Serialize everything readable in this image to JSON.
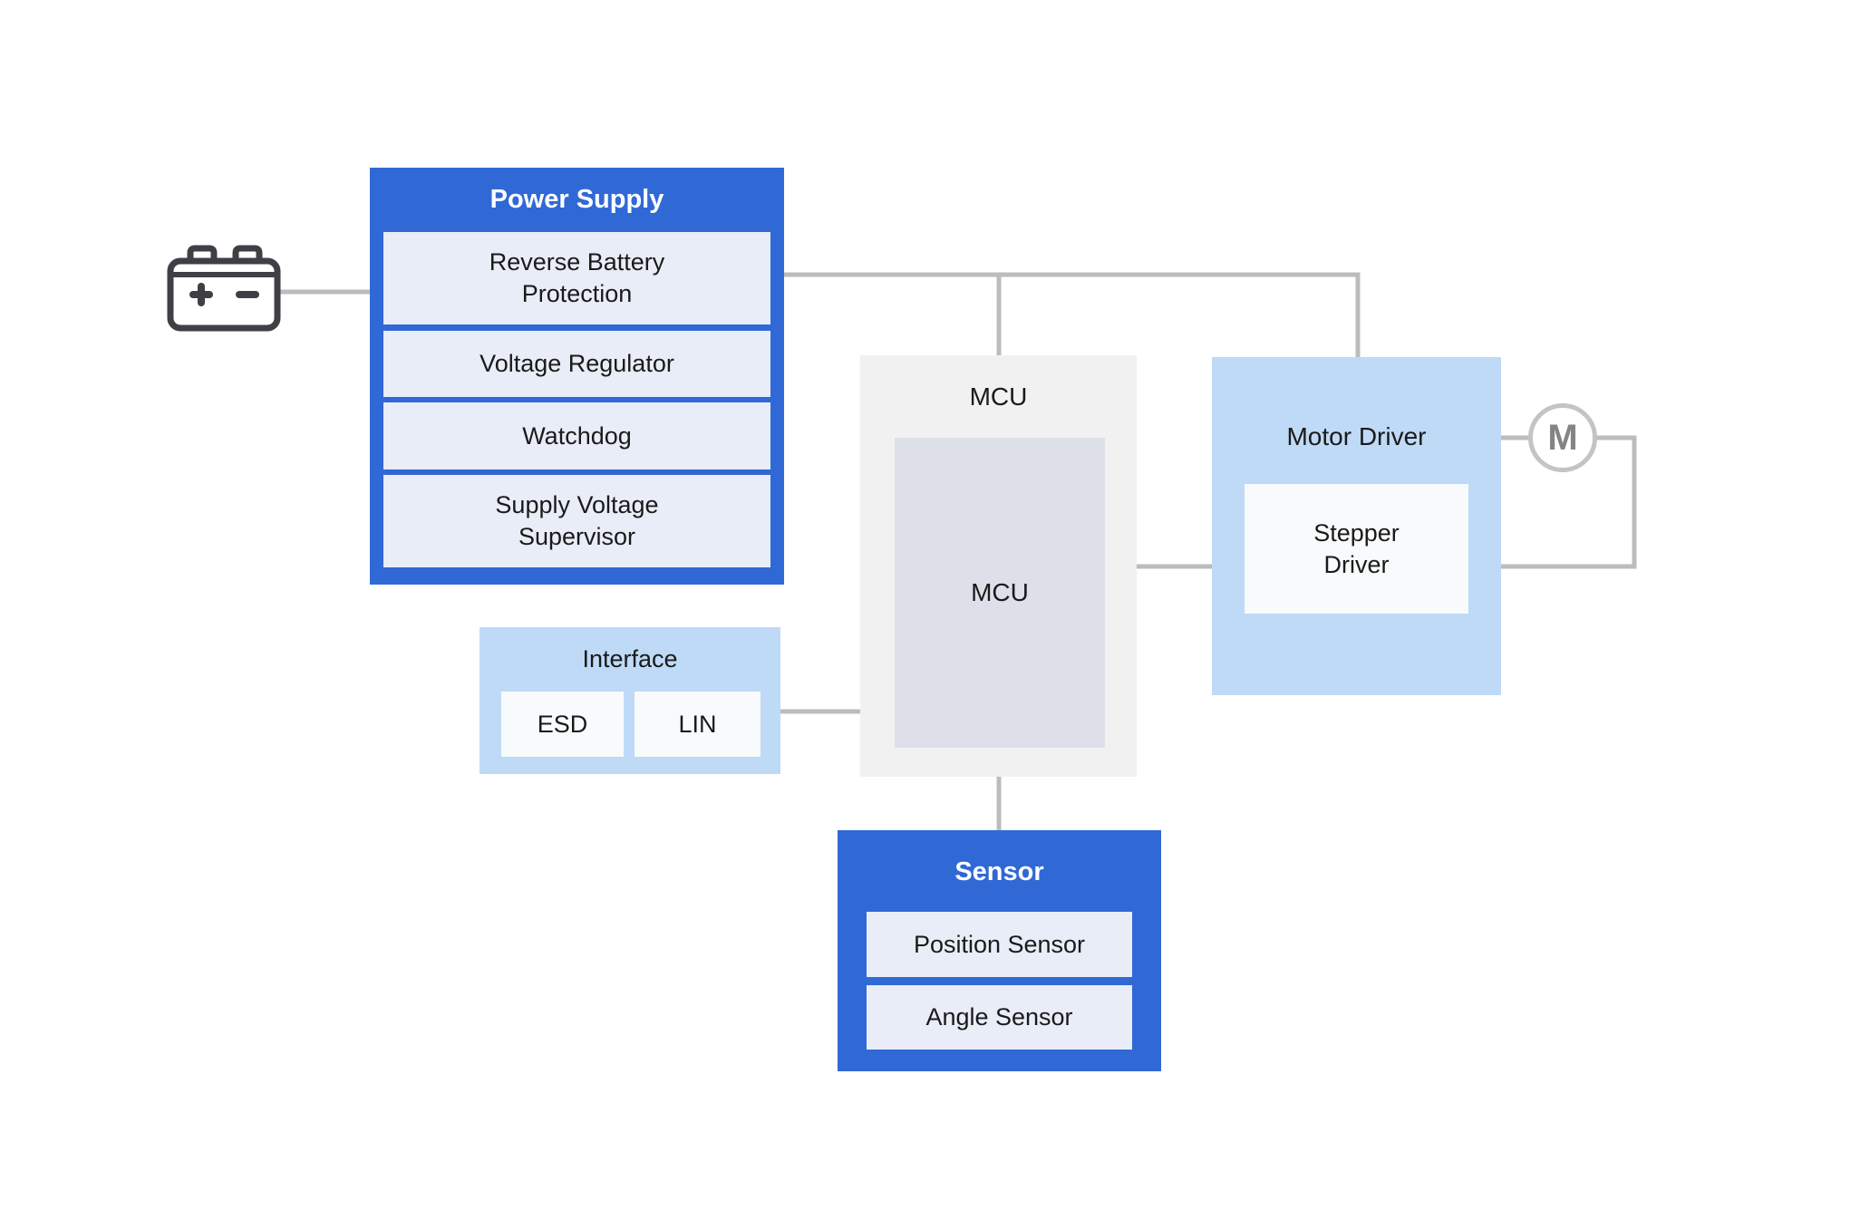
{
  "diagram": {
    "colors": {
      "primary_blue": "#3069d6",
      "light_blue": "#bedaf7",
      "item_lavender": "#e9edf8",
      "item_white": "#f8fafc",
      "mcu_outer_gray": "#f1f1f2",
      "mcu_inner_gray": "#dde0e8",
      "connector_gray": "#bcbcbc",
      "battery_icon_dark": "#3e4045",
      "text_dark": "#1a1a1a",
      "text_white": "#ffffff"
    },
    "blocks": {
      "power_supply": {
        "title": "Power Supply",
        "items": [
          "Reverse Battery Protection",
          "Voltage Regulator",
          "Watchdog",
          "Supply Voltage Supervisor"
        ]
      },
      "mcu": {
        "title": "MCU",
        "inner_label": "MCU"
      },
      "motor_driver": {
        "title": "Motor Driver",
        "items": [
          "Stepper Driver"
        ]
      },
      "interface": {
        "title": "Interface",
        "items": [
          "ESD",
          "LIN"
        ]
      },
      "sensor": {
        "title": "Sensor",
        "items": [
          "Position Sensor",
          "Angle Sensor"
        ]
      }
    },
    "motor": {
      "label": "M"
    },
    "icons": [
      "battery-icon",
      "motor-icon"
    ],
    "connections": [
      "battery to power-supply",
      "power-supply to mcu top",
      "power-supply to motor-driver top",
      "interface to mcu left",
      "mcu right to motor-driver left",
      "mcu bottom to sensor top",
      "motor-driver right to motor",
      "motor loop back to motor-driver right"
    ]
  }
}
